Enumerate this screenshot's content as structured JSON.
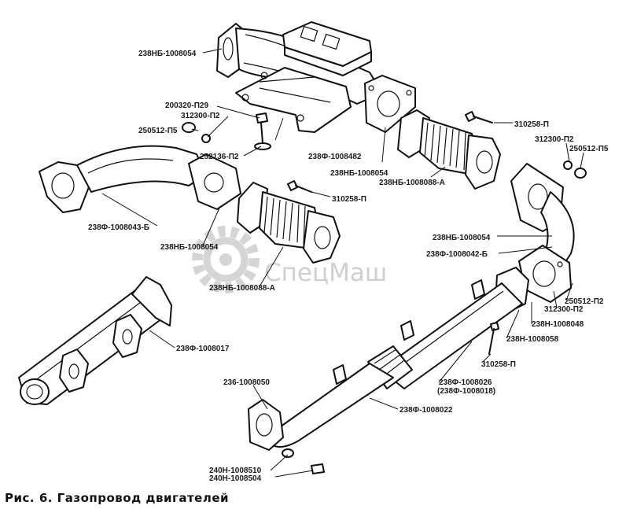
{
  "caption": "Рис. 6. Газопровод двигателей",
  "watermark": "СпецМаш",
  "labels": {
    "l_238nb_1008054_top": "238НБ-1008054",
    "l_200320_p29": "200320-П29",
    "l_312300_p2_a": "312300-П2",
    "l_250512_p5_a": "250512-П5",
    "l_252136_p2": "252136-П2",
    "l_238f_1008482": "238Ф-1008482",
    "l_238nb_1008054_mid": "238НБ-1008054",
    "l_238nb_1008088a_r": "238НБ-1008088-А",
    "l_310258_p_top": "310258-П",
    "l_312300_p2_b": "312300-П2",
    "l_250512_p5_b": "250512-П5",
    "l_310258_p_mid": "310258-П",
    "l_238f_1008043b": "238Ф-1008043-Б",
    "l_238nb_1008054_left": "238НБ-1008054",
    "l_238nb_1008088a_l": "238НБ-1008088-А",
    "l_238nb_1008054_right": "238НБ-1008054",
    "l_238f_1008042b": "238Ф-1008042-Б",
    "l_250512_p2": "250512-П2",
    "l_312300_p2_c": "312300-П2",
    "l_238n_1008048": "238Н-1008048",
    "l_238n_1008058": "238Н-1008058",
    "l_238f_1008017": "238Ф-1008017",
    "l_310258_p_low": "310258-П",
    "l_238f_1008026": "238Ф-1008026",
    "l_238f_1008018": "(238Ф-1008018)",
    "l_236_1008050": "236-1008050",
    "l_238f_1008022": "238Ф-1008022",
    "l_240n_1008510": "240Н-1008510",
    "l_240n_1008504": "240Н-1008504"
  }
}
